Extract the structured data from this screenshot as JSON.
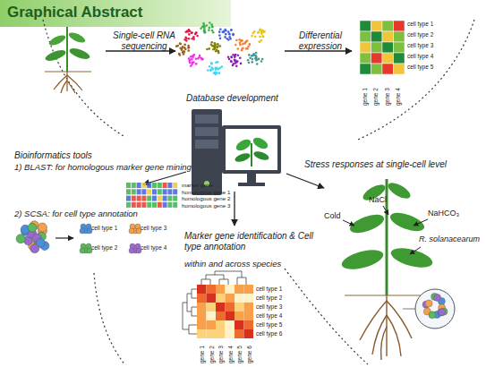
{
  "diagram": {
    "title": "Graphical Abstract",
    "labels": [
      "Single-cell RNA sequencing",
      "Differential expression",
      "cell type 1",
      "cell type 2",
      "cell type 3",
      "cell type 4",
      "cell type 5",
      "gene 1",
      "gene 2",
      "gene 3",
      "gene 4",
      "Database development",
      "Bioinformatics tools",
      "1) BLAST: for homologous marker gene mining",
      "marker gene",
      "homologous gene 1",
      "homologous gene 2",
      "homologous gene 3",
      "2) SCSA: for cell type annotation",
      "cell type 1",
      "cell type 3",
      "cell type 2",
      "cell type 4",
      "Marker gene identification & Cell type annotation",
      "within and across species",
      "cell type 1",
      "cell type 2",
      "cell type 3",
      "cell type 4",
      "cell type 5",
      "cell type 6",
      "gene 1",
      "gene 2",
      "gene 3",
      "gene 4",
      "gene 5",
      "gene 6",
      "Stress responses at single-cell level",
      "NaCl",
      "NaHCO₃",
      "Cold",
      "R. solanacearum"
    ]
  }
}
